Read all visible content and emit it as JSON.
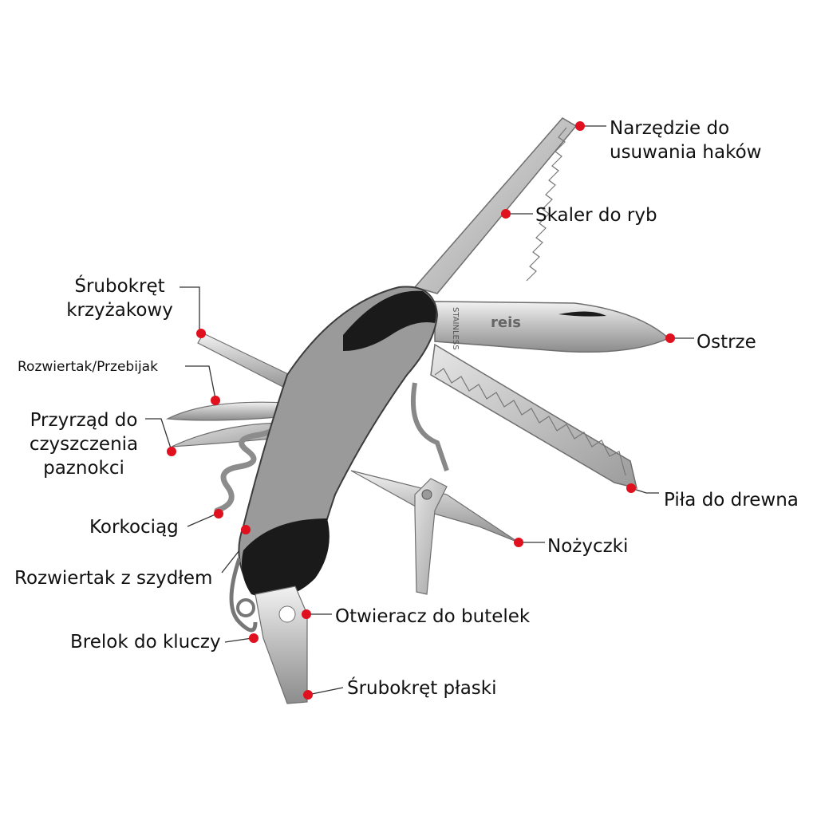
{
  "accent_dot_color": "#e0101e",
  "handle_color": "#9a9a9a",
  "handle_rubber_color": "#1a1a1a",
  "blade_color": "#c9c9c9",
  "brand_logo_text": "reis",
  "blade_stamp_text": "STAINLESS",
  "labels": {
    "hook_remover": [
      "Narzędzie do",
      "usuwania haków"
    ],
    "fish_scaler": "Skaler do ryb",
    "blade": "Ostrze",
    "wood_saw": "Piła do drewna",
    "scissors": "Nożyczki",
    "bottle_opener": "Otwieracz do butelek",
    "flat_screwdriver": "Śrubokręt płaski",
    "phillips_screwdriver": [
      "Śrubokręt",
      "krzyżakowy"
    ],
    "reamer_punch": "Rozwiertak/Przebijak",
    "nail_cleaner": [
      "Przyrząd do",
      "czyszczenia",
      "paznokci"
    ],
    "corkscrew": "Korkociąg",
    "awl_reamer": "Rozwiertak z szydłem",
    "key_ring": "Brelok do kluczy"
  }
}
